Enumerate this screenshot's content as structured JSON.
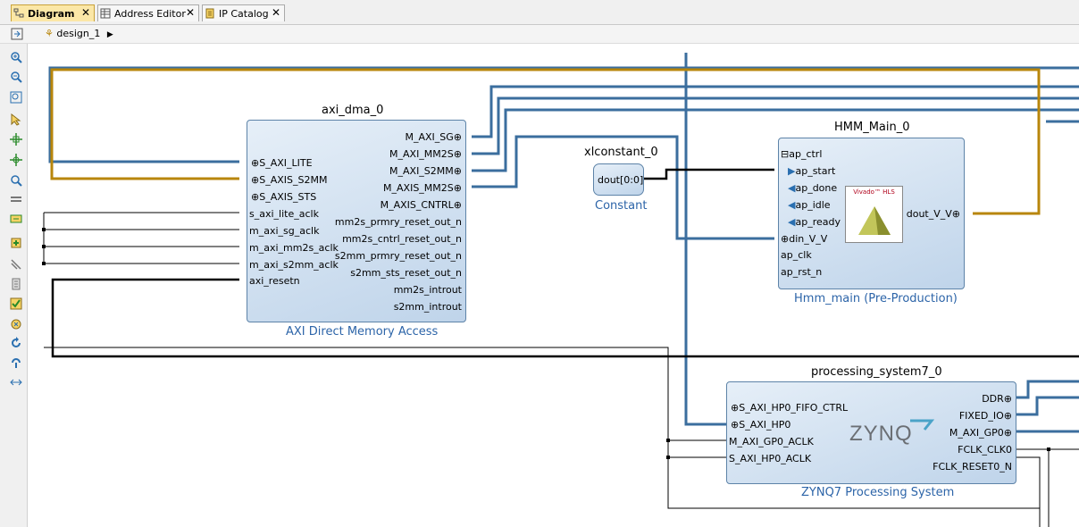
{
  "tabs": [
    {
      "label": "Diagram",
      "icon": "diagram-icon",
      "active": true
    },
    {
      "label": "Address Editor",
      "icon": "table-icon",
      "active": false
    },
    {
      "label": "IP Catalog",
      "icon": "ip-catalog-icon",
      "active": false
    }
  ],
  "breadcrumb": {
    "label": "design_1"
  },
  "toolbar": [
    "zoom-in-icon",
    "zoom-out-icon",
    "zoom-fit-icon",
    "select-area-icon",
    "fit-full-icon",
    "fit-selection-icon",
    "search-icon",
    "collapse-all-icon",
    "expand-all-icon",
    "add-ip-icon",
    "route-icon",
    "properties-icon",
    "validate-icon",
    "regenerate-icon",
    "refresh-icon",
    "auto-connect-icon",
    "pin-icon"
  ],
  "blocks": {
    "axi_dma": {
      "name": "axi_dma_0",
      "subtitle": "AXI Direct Memory Access",
      "left_ports": [
        "S_AXI_LITE",
        "S_AXIS_S2MM",
        "S_AXIS_STS",
        "s_axi_lite_aclk",
        "m_axi_sg_aclk",
        "m_axi_mm2s_aclk",
        "m_axi_s2mm_aclk",
        "axi_resetn"
      ],
      "right_ports": [
        "M_AXI_SG",
        "M_AXI_MM2S",
        "M_AXI_S2MM",
        "M_AXIS_MM2S",
        "M_AXIS_CNTRL",
        "mm2s_prmry_reset_out_n",
        "mm2s_cntrl_reset_out_n",
        "s2mm_prmry_reset_out_n",
        "s2mm_sts_reset_out_n",
        "mm2s_introut",
        "s2mm_introut"
      ]
    },
    "xlconstant": {
      "name": "xlconstant_0",
      "subtitle": "Constant",
      "port": "dout[0:0]"
    },
    "hmm": {
      "name": "HMM_Main_0",
      "subtitle": "Hmm_main (Pre-Production)",
      "left_ports": [
        "ap_ctrl",
        "ap_start",
        "ap_done",
        "ap_idle",
        "ap_ready",
        "din_V_V",
        "ap_clk",
        "ap_rst_n"
      ],
      "right_ports": [
        "dout_V_V"
      ],
      "logo": "Vivado™ HLS"
    },
    "ps7": {
      "name": "processing_system7_0",
      "subtitle": "ZYNQ7 Processing System",
      "left_ports": [
        "S_AXI_HP0_FIFO_CTRL",
        "S_AXI_HP0",
        "M_AXI_GP0_ACLK",
        "S_AXI_HP0_ACLK"
      ],
      "right_ports": [
        "DDR",
        "FIXED_IO",
        "M_AXI_GP0",
        "FCLK_CLK0",
        "FCLK_RESET0_N"
      ],
      "logo": "ZYNQ"
    }
  },
  "colors": {
    "bus_wire": "#3b6e9e",
    "axis_wire": "#b8860b",
    "net_wire": "#000000",
    "block_border": "#5d83a8",
    "subtitle": "#2c64a8",
    "active_tab": "#fbe7a7"
  }
}
